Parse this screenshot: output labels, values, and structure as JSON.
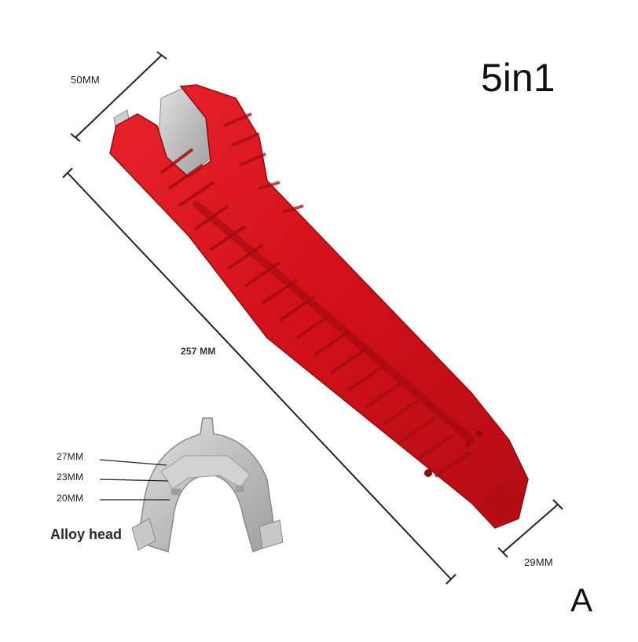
{
  "product": {
    "badge": "5in1",
    "variant": "A",
    "body_color": "#d9161e",
    "alloy_color": "#b9b9b9"
  },
  "dimensions": {
    "width_top": "50MM",
    "length": "257 MM",
    "width_bottom": "29MM"
  },
  "alloy_head": {
    "label": "Alloy head",
    "sizes": [
      "27MM",
      "23MM",
      "20MM"
    ]
  }
}
